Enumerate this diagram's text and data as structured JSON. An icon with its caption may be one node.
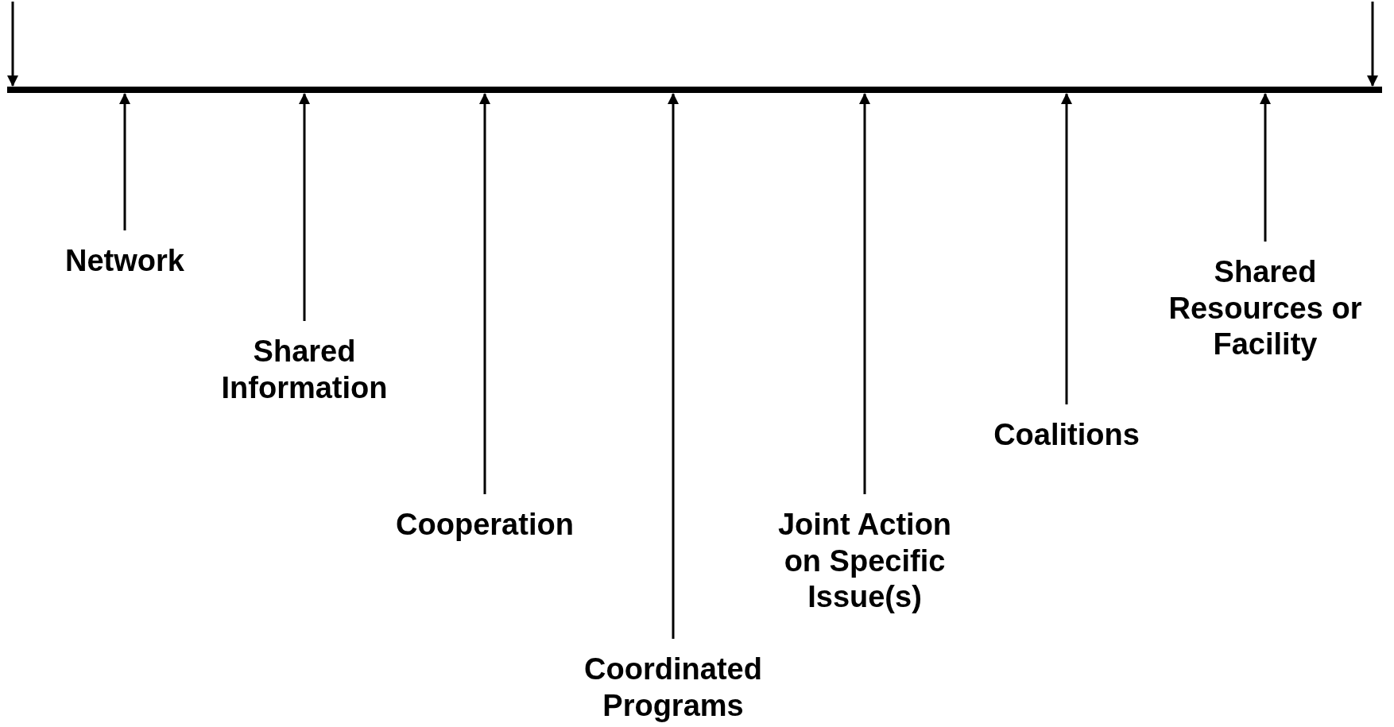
{
  "diagram": {
    "nodes": [
      {
        "text": [],
        "shape": "bar"
      },
      {
        "text": [
          "Network"
        ]
      },
      {
        "text": [
          "Shared Information"
        ]
      },
      {
        "text": [
          "Cooperation"
        ]
      },
      {
        "text": [
          "Coordinated Programs"
        ]
      },
      {
        "text": [
          "Joint Action on Specific Issue(s)"
        ]
      },
      {
        "text": [
          "Coalitions"
        ]
      },
      {
        "text": [
          "Shared Resources or Facility"
        ]
      }
    ],
    "edges": [
      {
        "from": null,
        "to": 0,
        "arrow": "to"
      },
      {
        "from": null,
        "to": 0,
        "arrow": "to"
      },
      {
        "from": 1,
        "to": 0,
        "arrow": "to"
      },
      {
        "from": 2,
        "to": 0,
        "arrow": "to"
      },
      {
        "from": 3,
        "to": 0,
        "arrow": "to"
      },
      {
        "from": 4,
        "to": 0,
        "arrow": "to"
      },
      {
        "from": 5,
        "to": 0,
        "arrow": "to"
      },
      {
        "from": 6,
        "to": 0,
        "arrow": "to"
      },
      {
        "from": 7,
        "to": 0,
        "arrow": "to"
      }
    ]
  }
}
